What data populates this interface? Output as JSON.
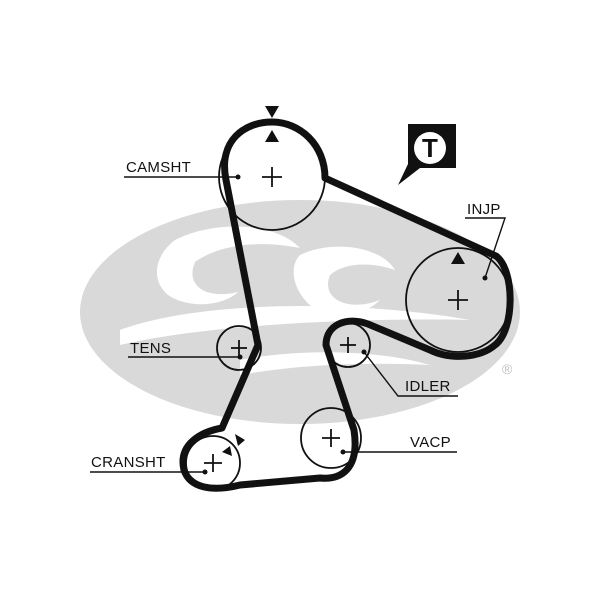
{
  "diagram": {
    "labels": {
      "camshaft": "CAMSHT",
      "injection_pump": "INJP",
      "tensioner": "TENS",
      "idler": "IDLER",
      "vacuum_pump": "VACP",
      "crankshaft": "CRANSHT"
    },
    "tensioner_badge": "T",
    "watermark_registered": "®"
  },
  "colors": {
    "belt": "#111111",
    "pulley_outline": "#111111",
    "watermark": "#cfcfcf",
    "badge_bg": "#111111",
    "badge_text": "#ffffff"
  }
}
